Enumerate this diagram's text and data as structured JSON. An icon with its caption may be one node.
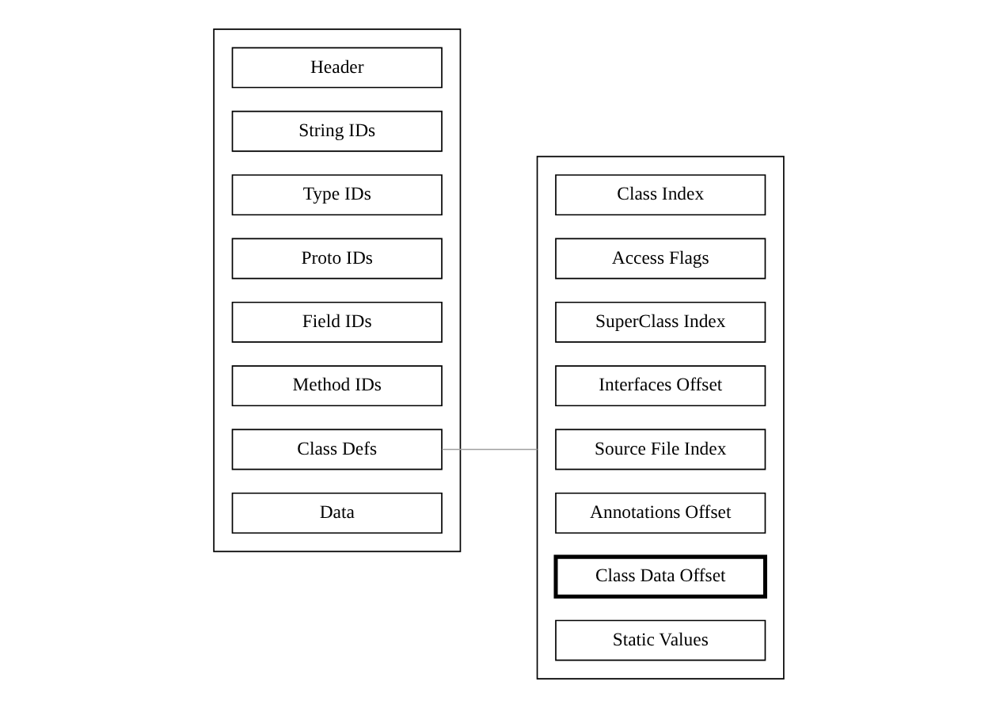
{
  "diagram": {
    "nodes": [
      {
        "text": [],
        "shape": "box"
      },
      {
        "text": [
          "Header"
        ],
        "in": 0
      },
      {
        "text": [
          "String IDs"
        ],
        "in": 0
      },
      {
        "text": [
          "Type IDs"
        ],
        "in": 0
      },
      {
        "text": [
          "Proto IDs"
        ],
        "in": 0
      },
      {
        "text": [
          "Field IDs"
        ],
        "in": 0
      },
      {
        "text": [
          "Method IDs"
        ],
        "in": 0
      },
      {
        "text": [
          "Class Defs"
        ],
        "in": 0
      },
      {
        "text": [
          "Data"
        ],
        "in": 0
      },
      {
        "text": [],
        "shape": "box"
      },
      {
        "text": [
          "Class Index"
        ],
        "in": 9
      },
      {
        "text": [
          "Access Flags"
        ],
        "in": 9
      },
      {
        "text": [
          "SuperClass Index"
        ],
        "in": 9
      },
      {
        "text": [
          "Interfaces Offset"
        ],
        "in": 9
      },
      {
        "text": [
          "Source File Index"
        ],
        "in": 9
      },
      {
        "text": [
          "Annotations Offset"
        ],
        "in": 9
      },
      {
        "text": [
          "Class Data Offset"
        ],
        "in": 9
      },
      {
        "text": [
          "Static Values"
        ],
        "in": 9
      }
    ],
    "edges": [
      {
        "from": 7,
        "to": 9,
        "arrow": "none",
        "color": "#a0a0a0"
      }
    ]
  }
}
